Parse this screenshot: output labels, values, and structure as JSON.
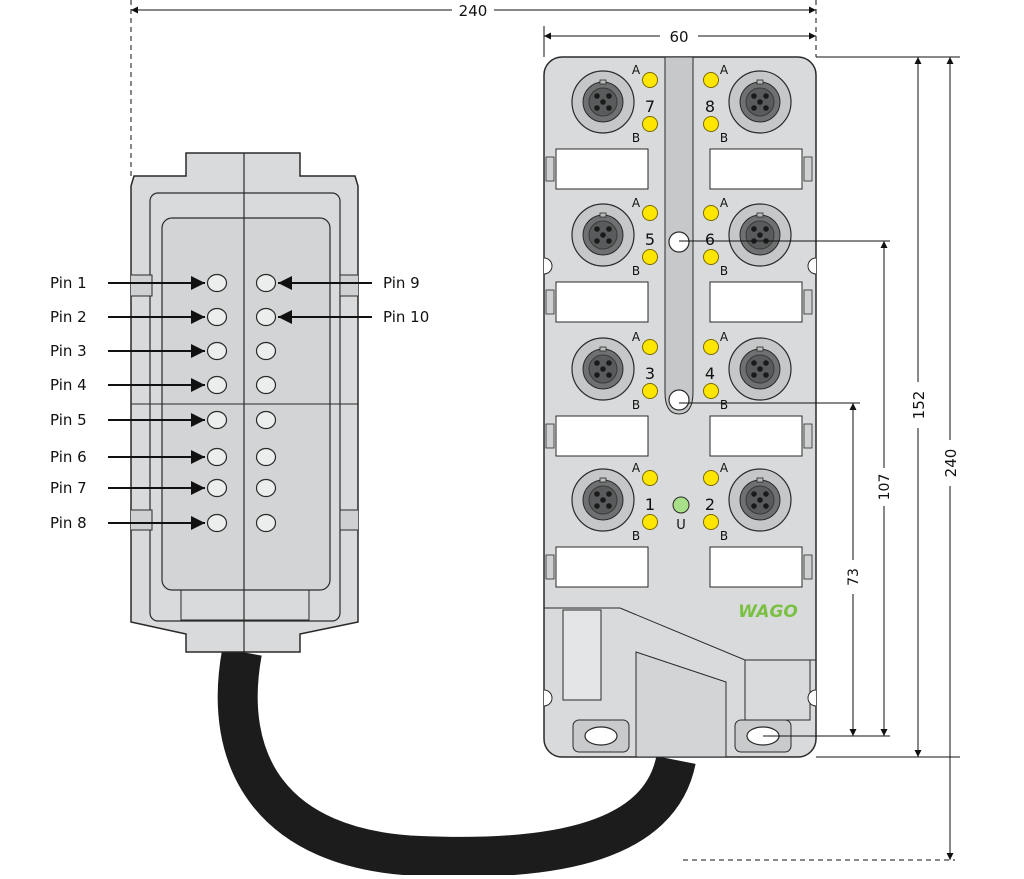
{
  "dimensions": {
    "total_width": "240",
    "module_width": "60",
    "module_height": "152",
    "total_height": "240",
    "hole_spacing_107": "107",
    "hole_spacing_73": "73"
  },
  "connector_pins": {
    "left": [
      "Pin 1",
      "Pin 2",
      "Pin 3",
      "Pin 4",
      "Pin 5",
      "Pin 6",
      "Pin 7",
      "Pin 8"
    ],
    "right": [
      "Pin 9",
      "Pin 10"
    ]
  },
  "module": {
    "brand": "WAGO",
    "rows": [
      {
        "left_port": "7",
        "right_port": "8"
      },
      {
        "left_port": "5",
        "right_port": "6"
      },
      {
        "left_port": "3",
        "right_port": "4"
      },
      {
        "left_port": "1",
        "right_port": "2"
      }
    ],
    "led_a": "A",
    "led_b": "B",
    "power_led": "U"
  },
  "colors": {
    "housing": "#d9dadb",
    "housing_dark": "#bfc1c2",
    "outline": "#2a2a2a",
    "cable": "#1c1c1c",
    "led_yellow": "#ffe600",
    "led_green": "#a8e08a",
    "brand": "#7ac143"
  }
}
